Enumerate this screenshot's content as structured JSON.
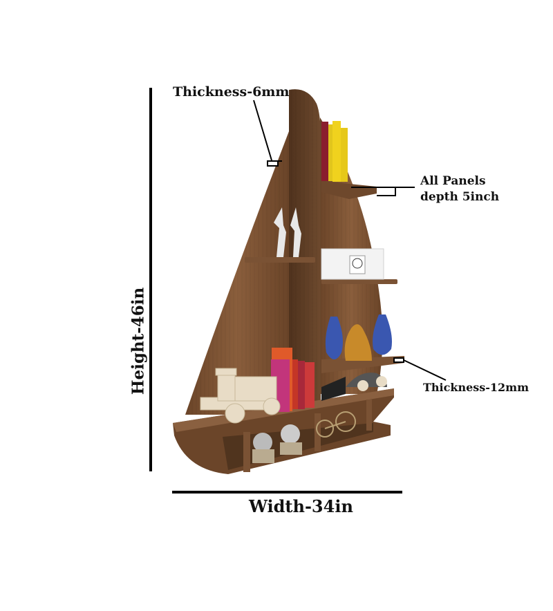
{
  "product": "Sailboat shaped wall shelf",
  "dimensions": {
    "height": "Height-46in",
    "width": "Width-34in"
  },
  "annotations": {
    "back_panel_thickness": "Thickness-6mm",
    "panel_depth_line1": "All Panels",
    "panel_depth_line2": "depth 5inch",
    "shelf_thickness": "Thickness-12mm"
  },
  "colors": {
    "wood_dark": "#5a3a22",
    "wood_mid": "#7a5234",
    "wood_light": "#946a48",
    "line": "#000000",
    "background": "#ffffff"
  },
  "decor_items": [
    "books-yellow",
    "deer-figurines",
    "white-clock",
    "blue-vases",
    "buddha-figurine",
    "books-red",
    "toy-train",
    "toy-car",
    "bicycle-model",
    "chrome-spheres"
  ]
}
